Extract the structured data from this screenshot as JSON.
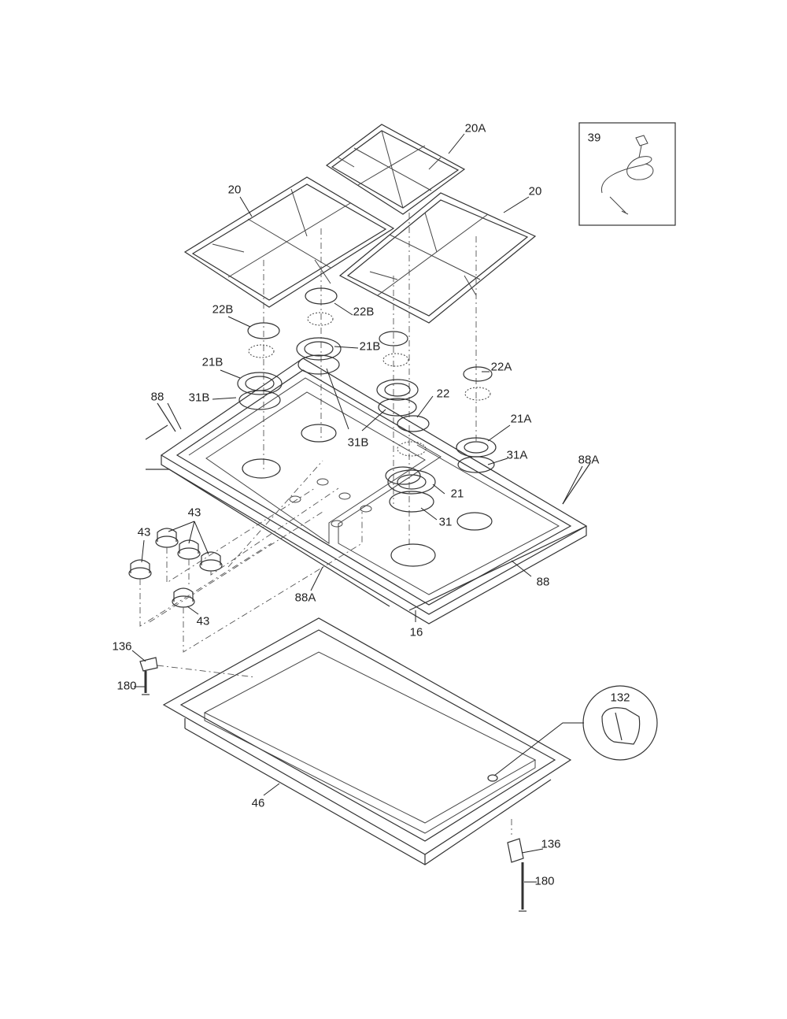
{
  "diagram": {
    "title": "Cooktop exploded parts diagram",
    "labels": {
      "l20A": "20A",
      "l20_left": "20",
      "l20_right": "20",
      "l39": "39",
      "l22B_left": "22B",
      "l22B_mid": "22B",
      "l21B_mid": "21B",
      "l21B_left": "21B",
      "l22A": "22A",
      "l88_left": "88",
      "l31B_left": "31B",
      "l22": "22",
      "l21A": "21A",
      "l31B_mid": "31B",
      "l31A": "31A",
      "l88A_right": "88A",
      "l21": "21",
      "l43_top": "43",
      "l43_left": "43",
      "l31": "31",
      "l88_right": "88",
      "l88A_bottom": "88A",
      "l43_bottom": "43",
      "l16": "16",
      "l136_left": "136",
      "l180_left": "180",
      "l132": "132",
      "l46": "46",
      "l136_right": "136",
      "l180_right": "180"
    }
  }
}
